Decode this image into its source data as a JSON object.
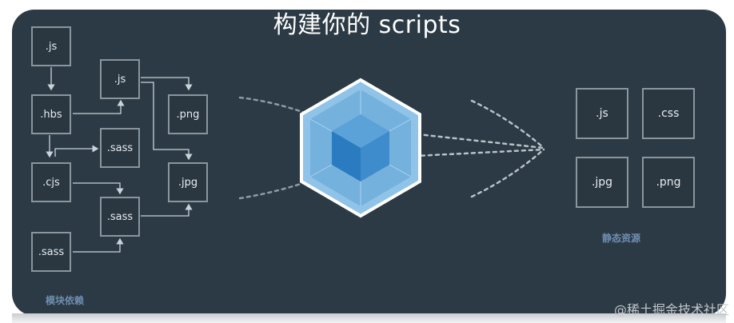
{
  "title": "构建你的 scripts",
  "modules": {
    "caption": "模块依赖",
    "items": [
      ".js",
      ".js",
      ".hbs",
      ".png",
      ".sass",
      ".cjs",
      ".jpg",
      ".sass",
      ".sass"
    ]
  },
  "assets": {
    "caption": "静态资源",
    "items": [
      ".js",
      ".css",
      ".jpg",
      ".png"
    ]
  },
  "watermark": "@稀土掘金技术社区",
  "colors": {
    "panel": "#2c3a45",
    "box_border": "#8a959e",
    "cube_outer": "#8fc3e8",
    "cube_inner": "#2b7bc0",
    "caption": "#6f8fb0"
  }
}
